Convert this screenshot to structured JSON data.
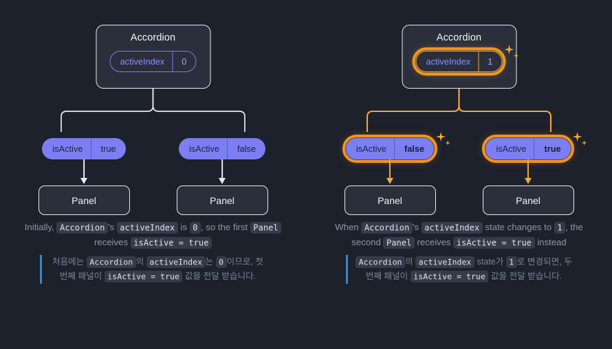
{
  "background_color": "#1d212b",
  "accent_colors": {
    "purple": "#7c7ff2",
    "orange": "#f0941f",
    "white_stroke": "#e9ecf2",
    "blue_quote_bar": "#3a87c4",
    "card_fill": "#2a2f3b"
  },
  "panels": [
    {
      "id": "initial-state",
      "component": {
        "title": "Accordion",
        "prop": {
          "name": "activeIndex",
          "value": "0",
          "highlighted": false,
          "style": "outline"
        }
      },
      "children": [
        {
          "prop": {
            "name": "isActive",
            "value": "true",
            "highlighted": false,
            "style": "solid"
          },
          "child_label": "Panel"
        },
        {
          "prop": {
            "name": "isActive",
            "value": "false",
            "highlighted": false,
            "style": "solid"
          },
          "child_label": "Panel"
        }
      ],
      "connector_color": "#e9ecf2",
      "caption_en_html": "Initially, <code>Accordion</code>'s <code>activeIndex</code> is <code>0</code>, so the first <code>Panel</code> receives <code>isActive = true</code>",
      "caption_ko_html": "처음에는 <code>Accordion</code>의 <code>activeIndex</code>는 <code>0</code>이므로, 첫 번째 패널이 <code>isActive = true</code> 값을 전달 받습니다."
    },
    {
      "id": "updated-state",
      "component": {
        "title": "Accordion",
        "prop": {
          "name": "activeIndex",
          "value": "1",
          "highlighted": true,
          "style": "outline"
        }
      },
      "children": [
        {
          "prop": {
            "name": "isActive",
            "value": "false",
            "highlighted": true,
            "style": "solid"
          },
          "child_label": "Panel"
        },
        {
          "prop": {
            "name": "isActive",
            "value": "true",
            "highlighted": true,
            "style": "solid"
          },
          "child_label": "Panel"
        }
      ],
      "connector_color": "#f0a93a",
      "caption_en_html": "When <code>Accordion</code>'s <code>activeIndex</code> state changes to <code>1</code>, the second <code>Panel</code> receives <code>isActive = true</code> instead",
      "caption_ko_html": "<code>Accordion</code>의 <code>activeIndex</code> state가 <code>1</code>로 변경되면, 두 번째 패널이 <code>isActive = true</code> 값을 전달 받습니다."
    }
  ],
  "icons": {
    "sparkle": "sparkle-icon"
  }
}
